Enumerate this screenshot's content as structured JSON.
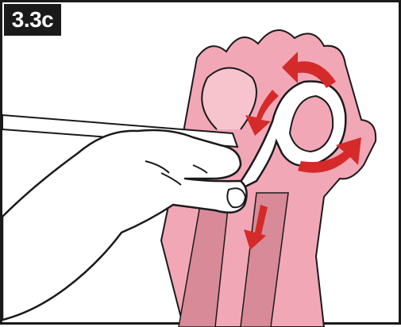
{
  "step": {
    "label": "3.3c"
  },
  "illustration": {
    "subject": "hand-pulling-looped-strap-over-paw",
    "colors": {
      "paw": "#f2a7b6",
      "paw_outline": "#1a1a1a",
      "paw_shadow": "#e08a9c",
      "strap": "#ffffff",
      "hand": "#ffffff",
      "arrow": "#d42a2a"
    },
    "arrows": [
      "arrow-top-curved",
      "arrow-down-left",
      "arrow-right-curved",
      "arrow-bottom-down"
    ]
  }
}
